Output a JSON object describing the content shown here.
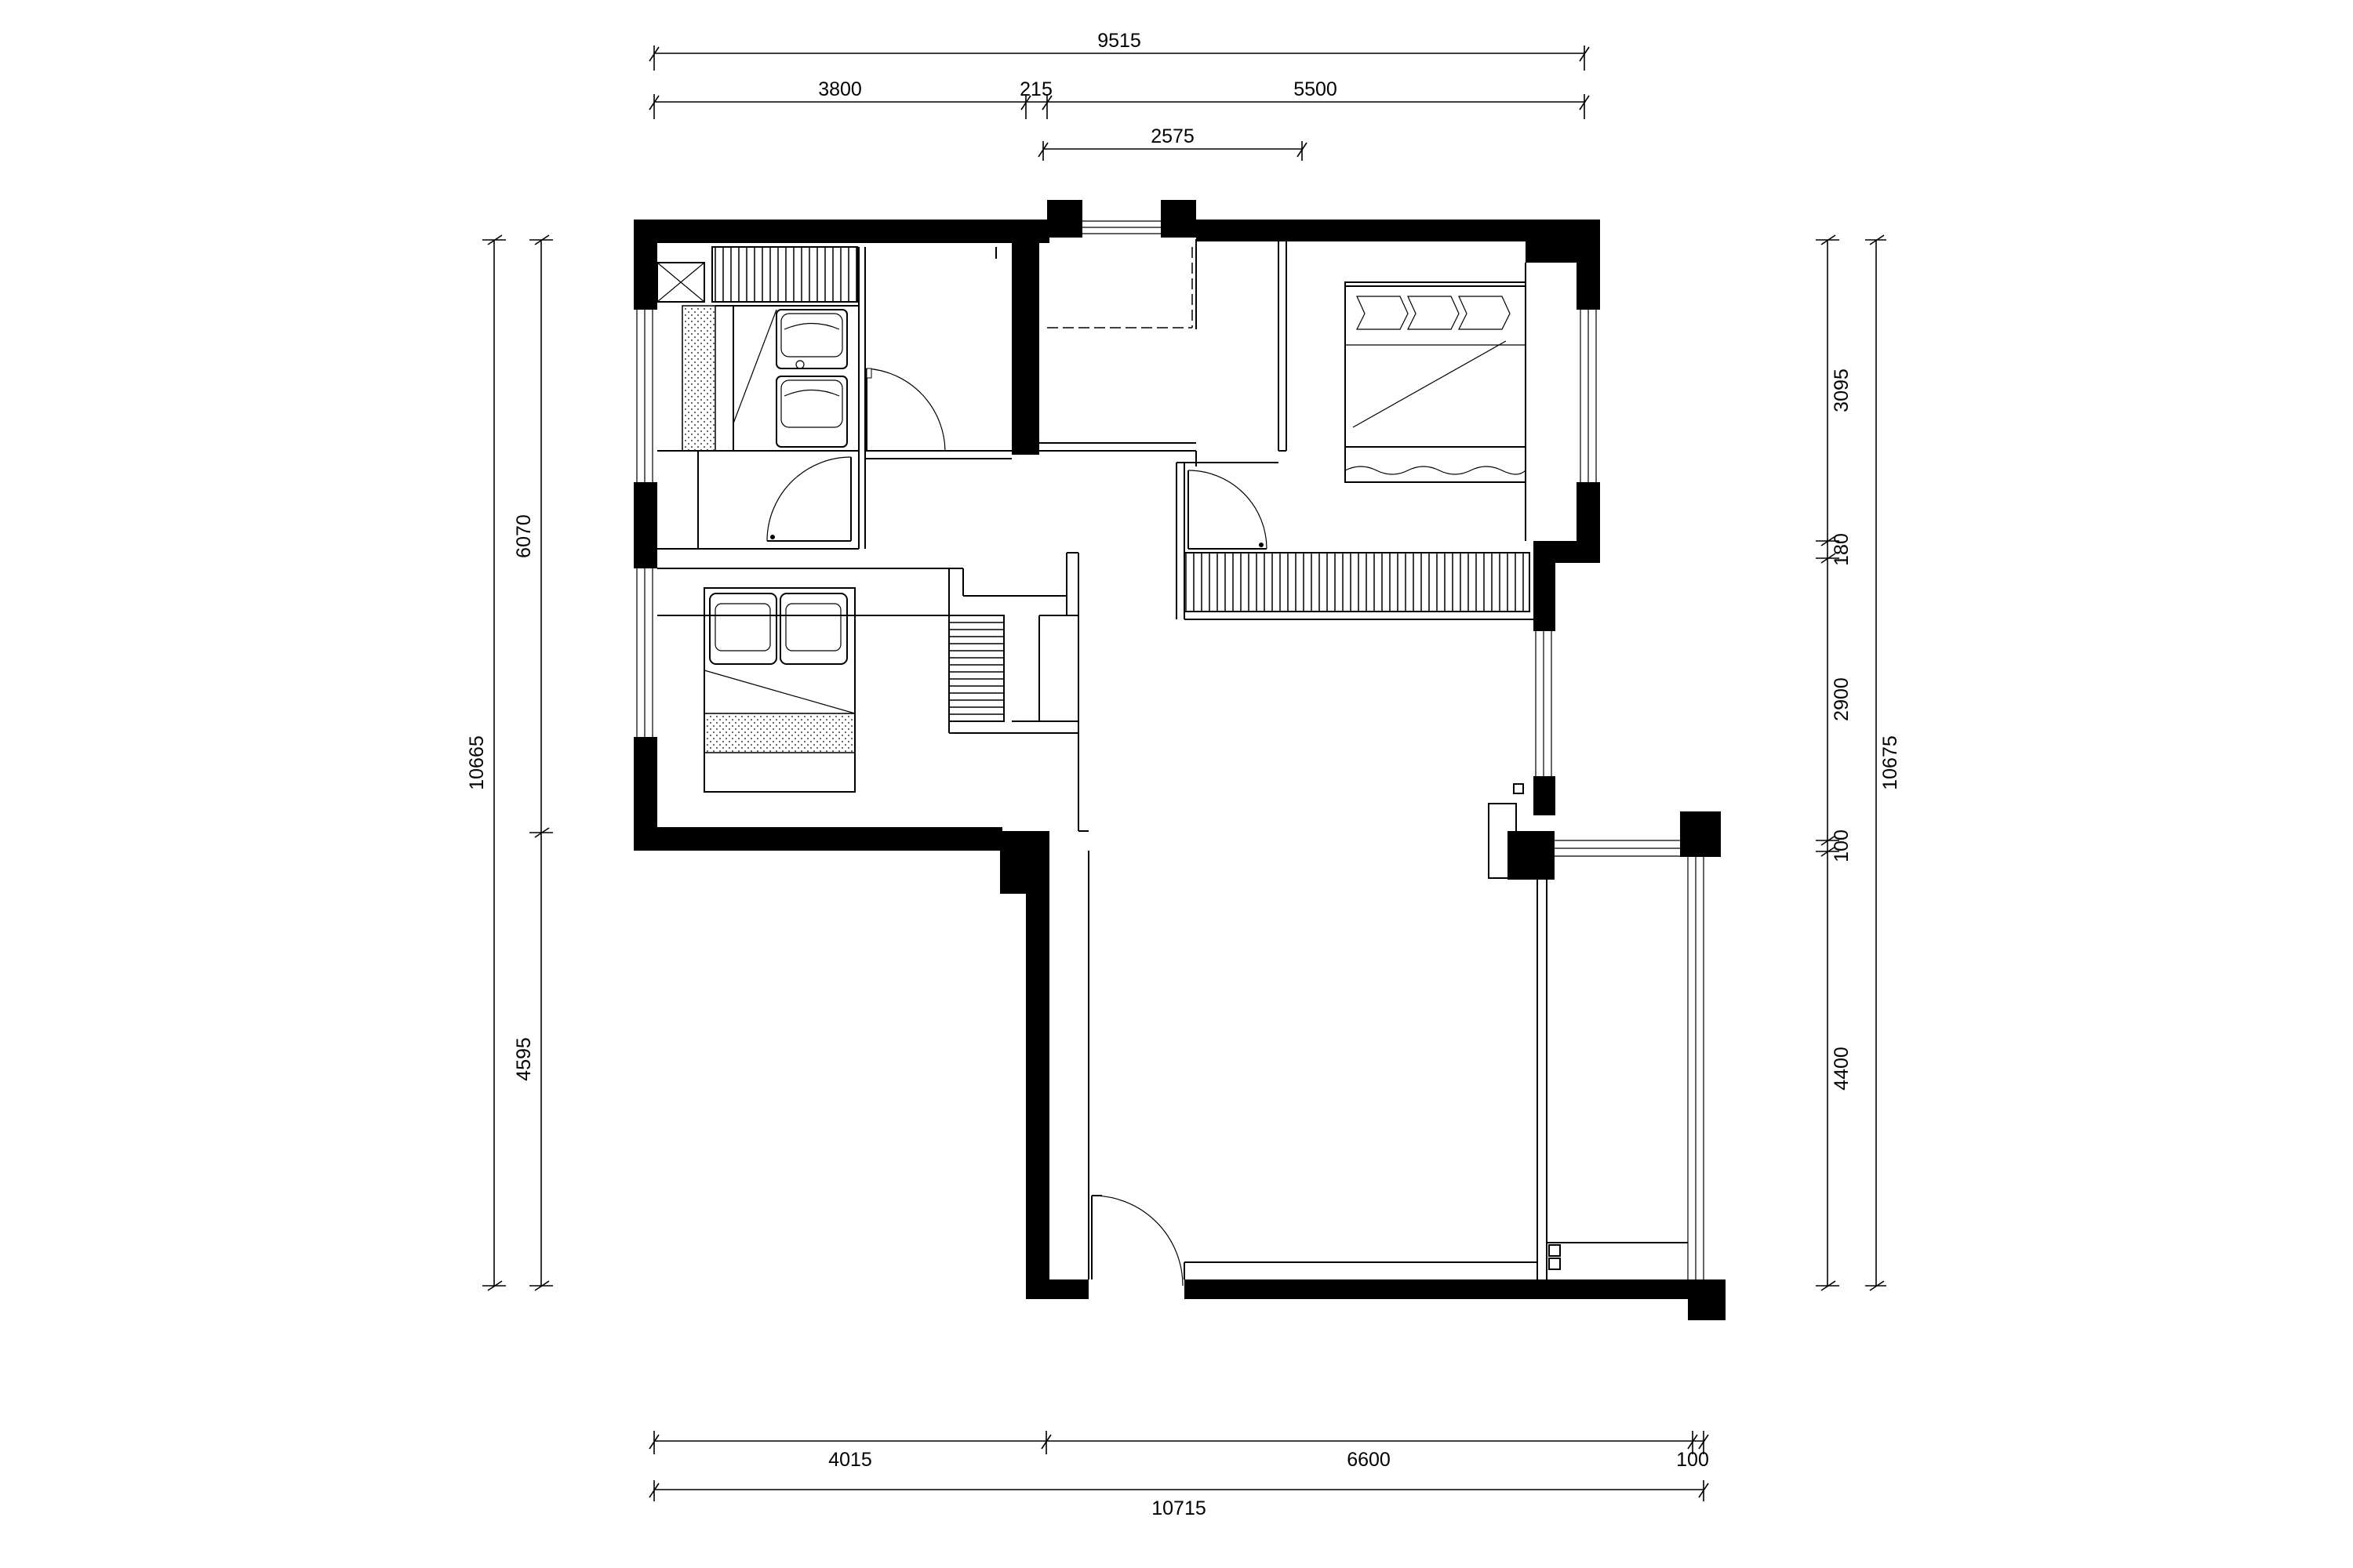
{
  "dimensions": {
    "top": {
      "overall": "9515",
      "seg1": "3800",
      "seg2": "215",
      "seg3": "5500",
      "sub": "2575"
    },
    "bottom": {
      "seg1": "4015",
      "seg2": "6600",
      "seg3": "100",
      "overall": "10715"
    },
    "left": {
      "overall": "10665",
      "upper": "6070",
      "lower": "4595"
    },
    "right": {
      "overall": "10675",
      "seg1": "3095",
      "seg2": "180",
      "seg3": "2900",
      "seg4": "100",
      "seg5": "4400"
    }
  }
}
